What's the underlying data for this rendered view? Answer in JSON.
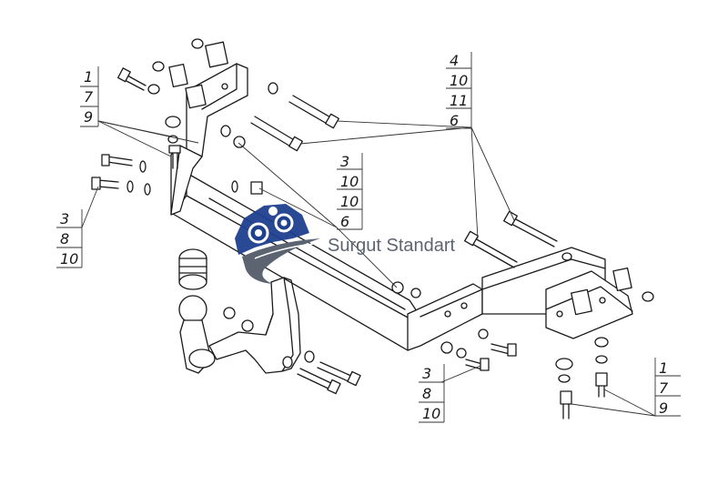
{
  "brand": {
    "name": "Surgut Standart",
    "colors": {
      "blue": "#1f3f8f",
      "gray": "#5b6470"
    }
  },
  "callouts": [
    {
      "id": "left-top",
      "labels": [
        "1",
        "7",
        "9"
      ]
    },
    {
      "id": "left-bottom",
      "labels": [
        "3",
        "8",
        "10"
      ]
    },
    {
      "id": "top-right",
      "labels": [
        "4",
        "10",
        "11",
        "6"
      ]
    },
    {
      "id": "center",
      "labels": [
        "3",
        "10",
        "10",
        "6"
      ]
    },
    {
      "id": "bottom-center",
      "labels": [
        "3",
        "8",
        "10"
      ]
    },
    {
      "id": "bottom-right",
      "labels": [
        "1",
        "7",
        "9"
      ]
    }
  ]
}
